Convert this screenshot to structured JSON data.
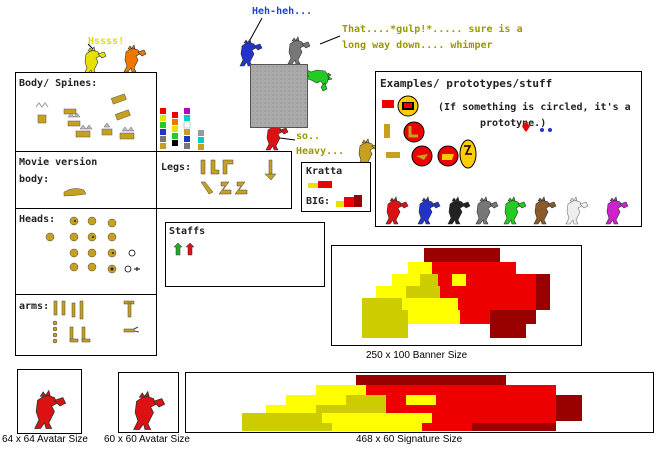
{
  "speech": {
    "hssss": "Hssss!",
    "hehheh": "Heh-heh...",
    "gulp_line1": "That....*gulp!*..... sure is a",
    "gulp_line2": "long way down.... whimper",
    "heavy_line1": "so..",
    "heavy_line2": "Heavy..."
  },
  "panels": {
    "body_spines": "Body/ Spines:",
    "movie_line1": "Movie version",
    "movie_line2": "body:",
    "heads": "Heads:",
    "arms": "arms:",
    "legs": "Legs:",
    "staffs": "Staffs",
    "kratta_title": "Kratta",
    "kratta_big": "BIG:",
    "examples_title": "Examples/ prototypes/stuff",
    "examples_note1": "(If something is circled, it's a",
    "examples_note2": "prototype.)"
  },
  "captions": {
    "banner": "250 x 100 Banner Size",
    "avatar64": "64 x 64 Avatar Size",
    "avatar60": "60 x 60 Avatar Size",
    "signature": "468 x 60 Signature Size"
  },
  "colors": {
    "speech_yellow": "#dddd00",
    "speech_blue": "#2244cc",
    "speech_olive": "#999900",
    "banner_dark_red": "#990000",
    "banner_red": "#ee0000",
    "banner_yellow": "#ffff00",
    "banner_olive": "#cccc00",
    "gold": "#c8a020"
  },
  "icons": {
    "creature": "dino-sprite-icon",
    "circle_prototype": "circled-prototype-icon",
    "heart": "heart-icon"
  }
}
